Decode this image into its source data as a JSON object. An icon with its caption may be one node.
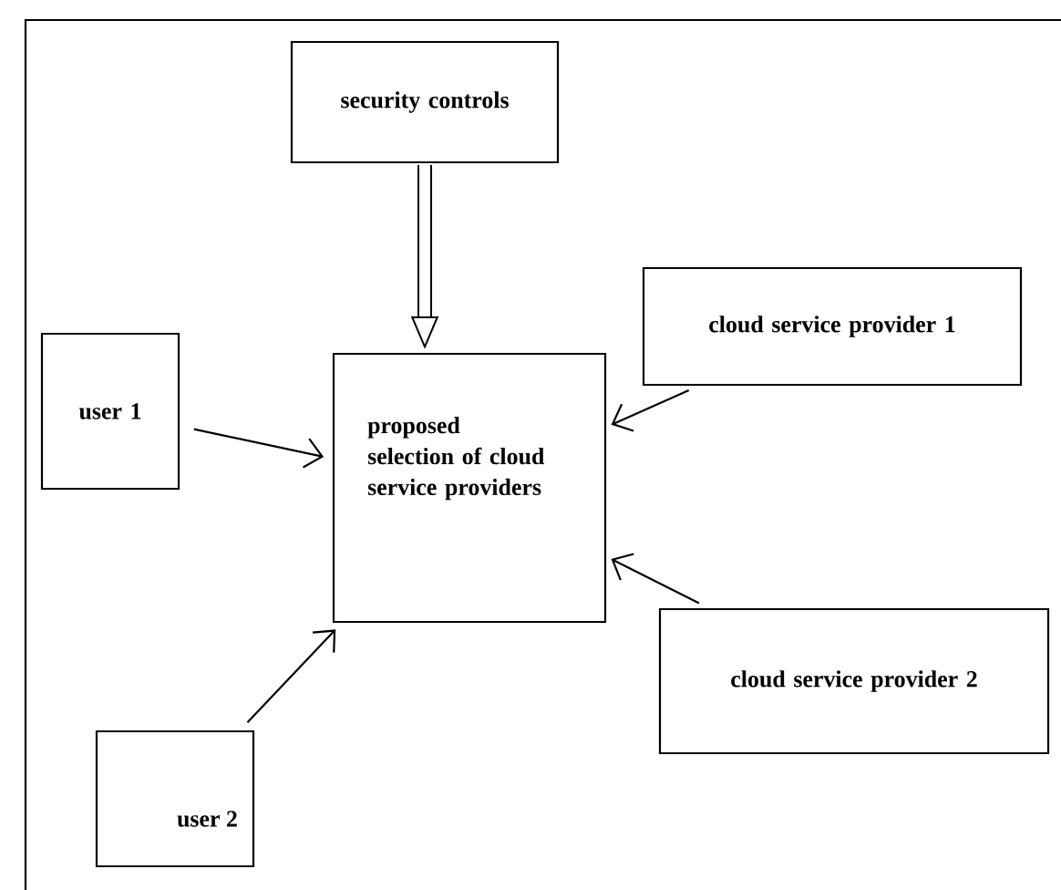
{
  "diagram": {
    "nodes": [
      {
        "text": [
          "security controls"
        ]
      },
      {
        "text": [
          "cloud service provider 1"
        ]
      },
      {
        "text": [
          "user 1"
        ]
      },
      {
        "text": [
          "proposed selection of cloud service providers"
        ]
      },
      {
        "text": [
          "cloud service provider 2"
        ]
      },
      {
        "text": [
          "user 2"
        ]
      }
    ],
    "edges": [
      {
        "from": 0,
        "to": 3,
        "arrow": "to",
        "style": "thick"
      },
      {
        "from": 2,
        "to": 3,
        "arrow": "to"
      },
      {
        "from": 1,
        "to": 3,
        "arrow": "to"
      },
      {
        "from": 5,
        "to": 3,
        "arrow": "to"
      },
      {
        "from": 4,
        "to": 3,
        "arrow": "to"
      }
    ]
  }
}
